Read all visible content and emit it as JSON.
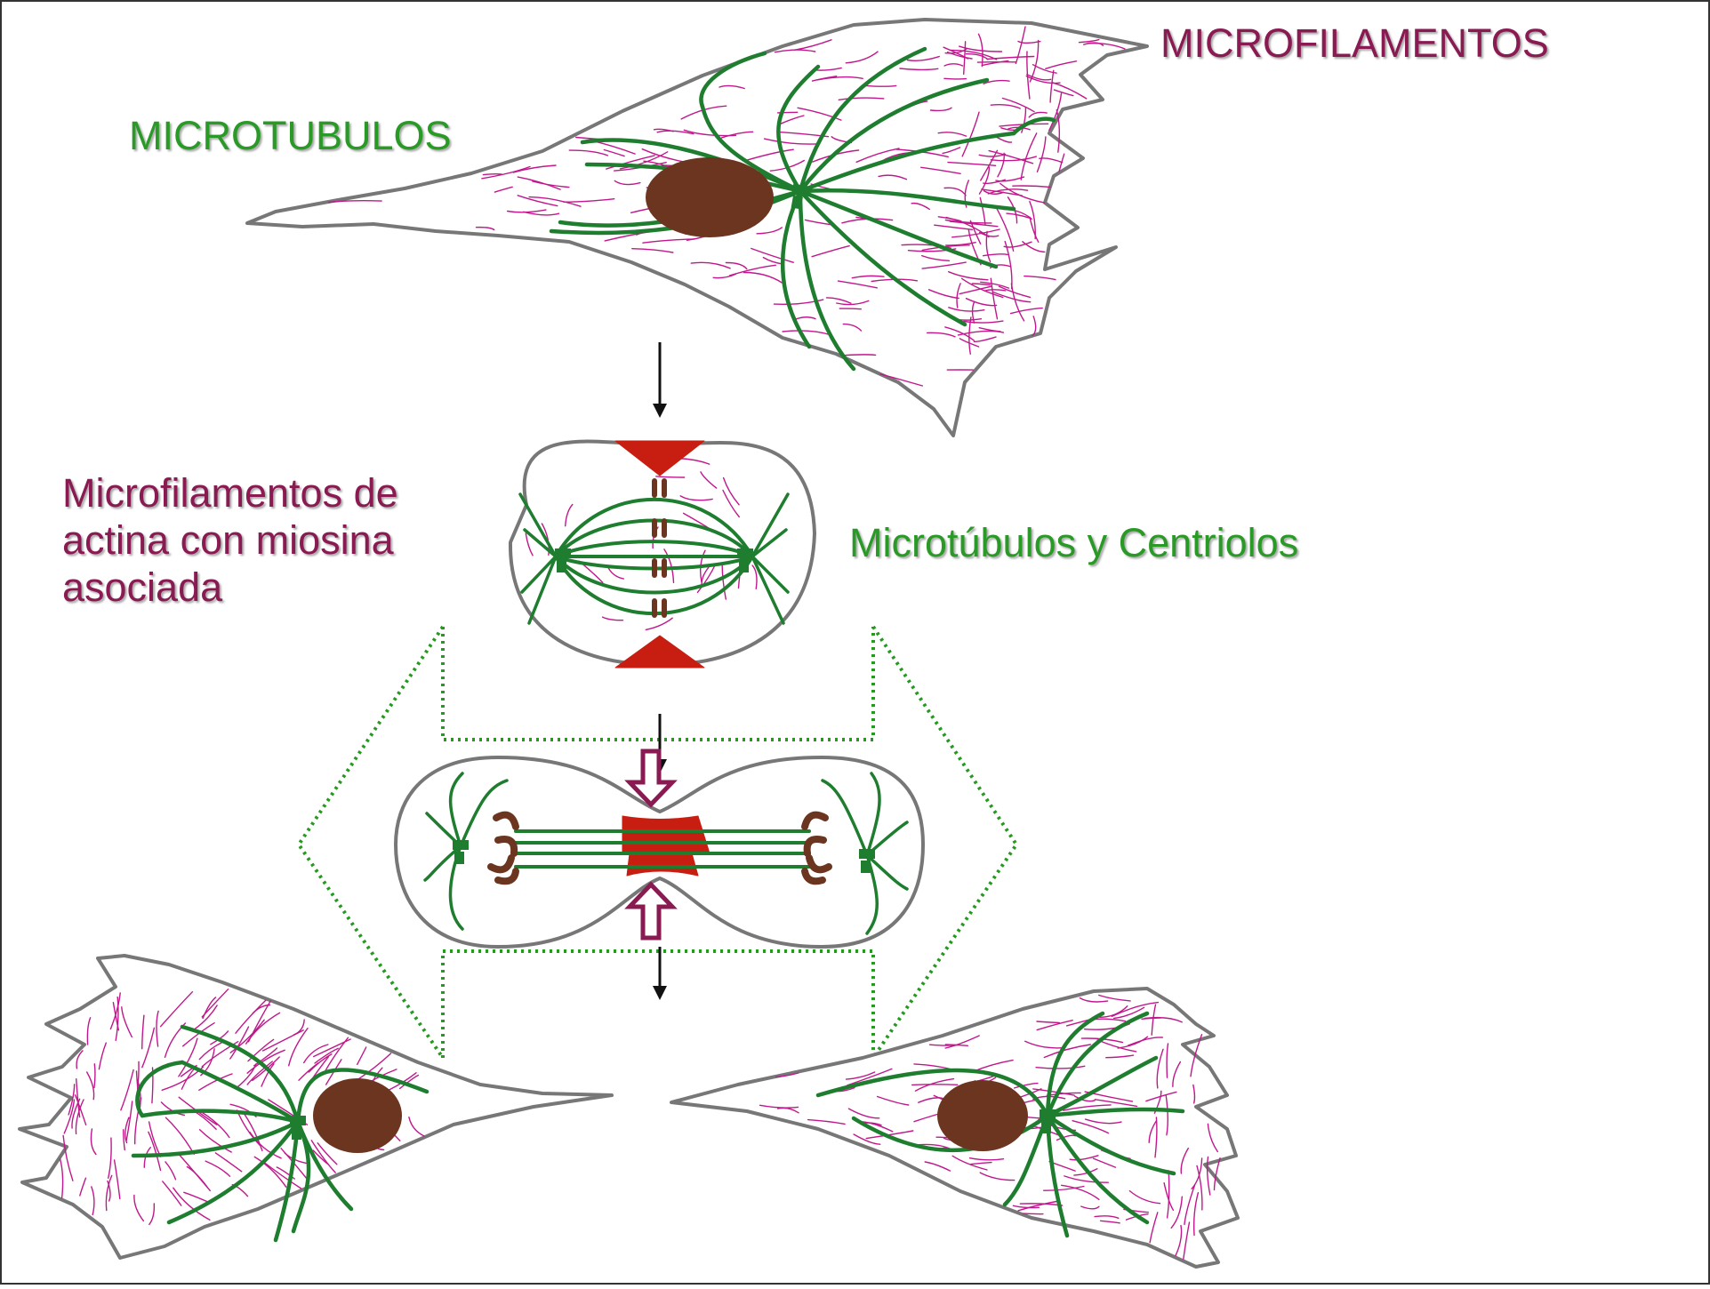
{
  "labels": {
    "microfilamentos": "MICROFILAMENTOS",
    "microtubulos": "MICROTUBULOS",
    "actina_line1": "Microfilamentos de",
    "actina_line2": "actina con miosina",
    "actina_line3": "asociada",
    "centriolos": "Microtúbulos y Centriolos"
  },
  "colors": {
    "microtubule_green": "#1e7d2e",
    "microfilament_magenta": "#c0188c",
    "label_maroon": "#8a1a52",
    "label_green": "#2a9a26",
    "nucleus_brown": "#6b3520",
    "contractile_ring_red": "#c81e12",
    "membrane_gray": "#777777",
    "dotted_green": "#249a1e",
    "arrow_black": "#111111",
    "hollow_arrow_maroon": "#8a1a52"
  },
  "icons": {
    "downward_arrow": "arrow-down-icon",
    "hollow_arrow": "hollow-arrow-icon"
  }
}
